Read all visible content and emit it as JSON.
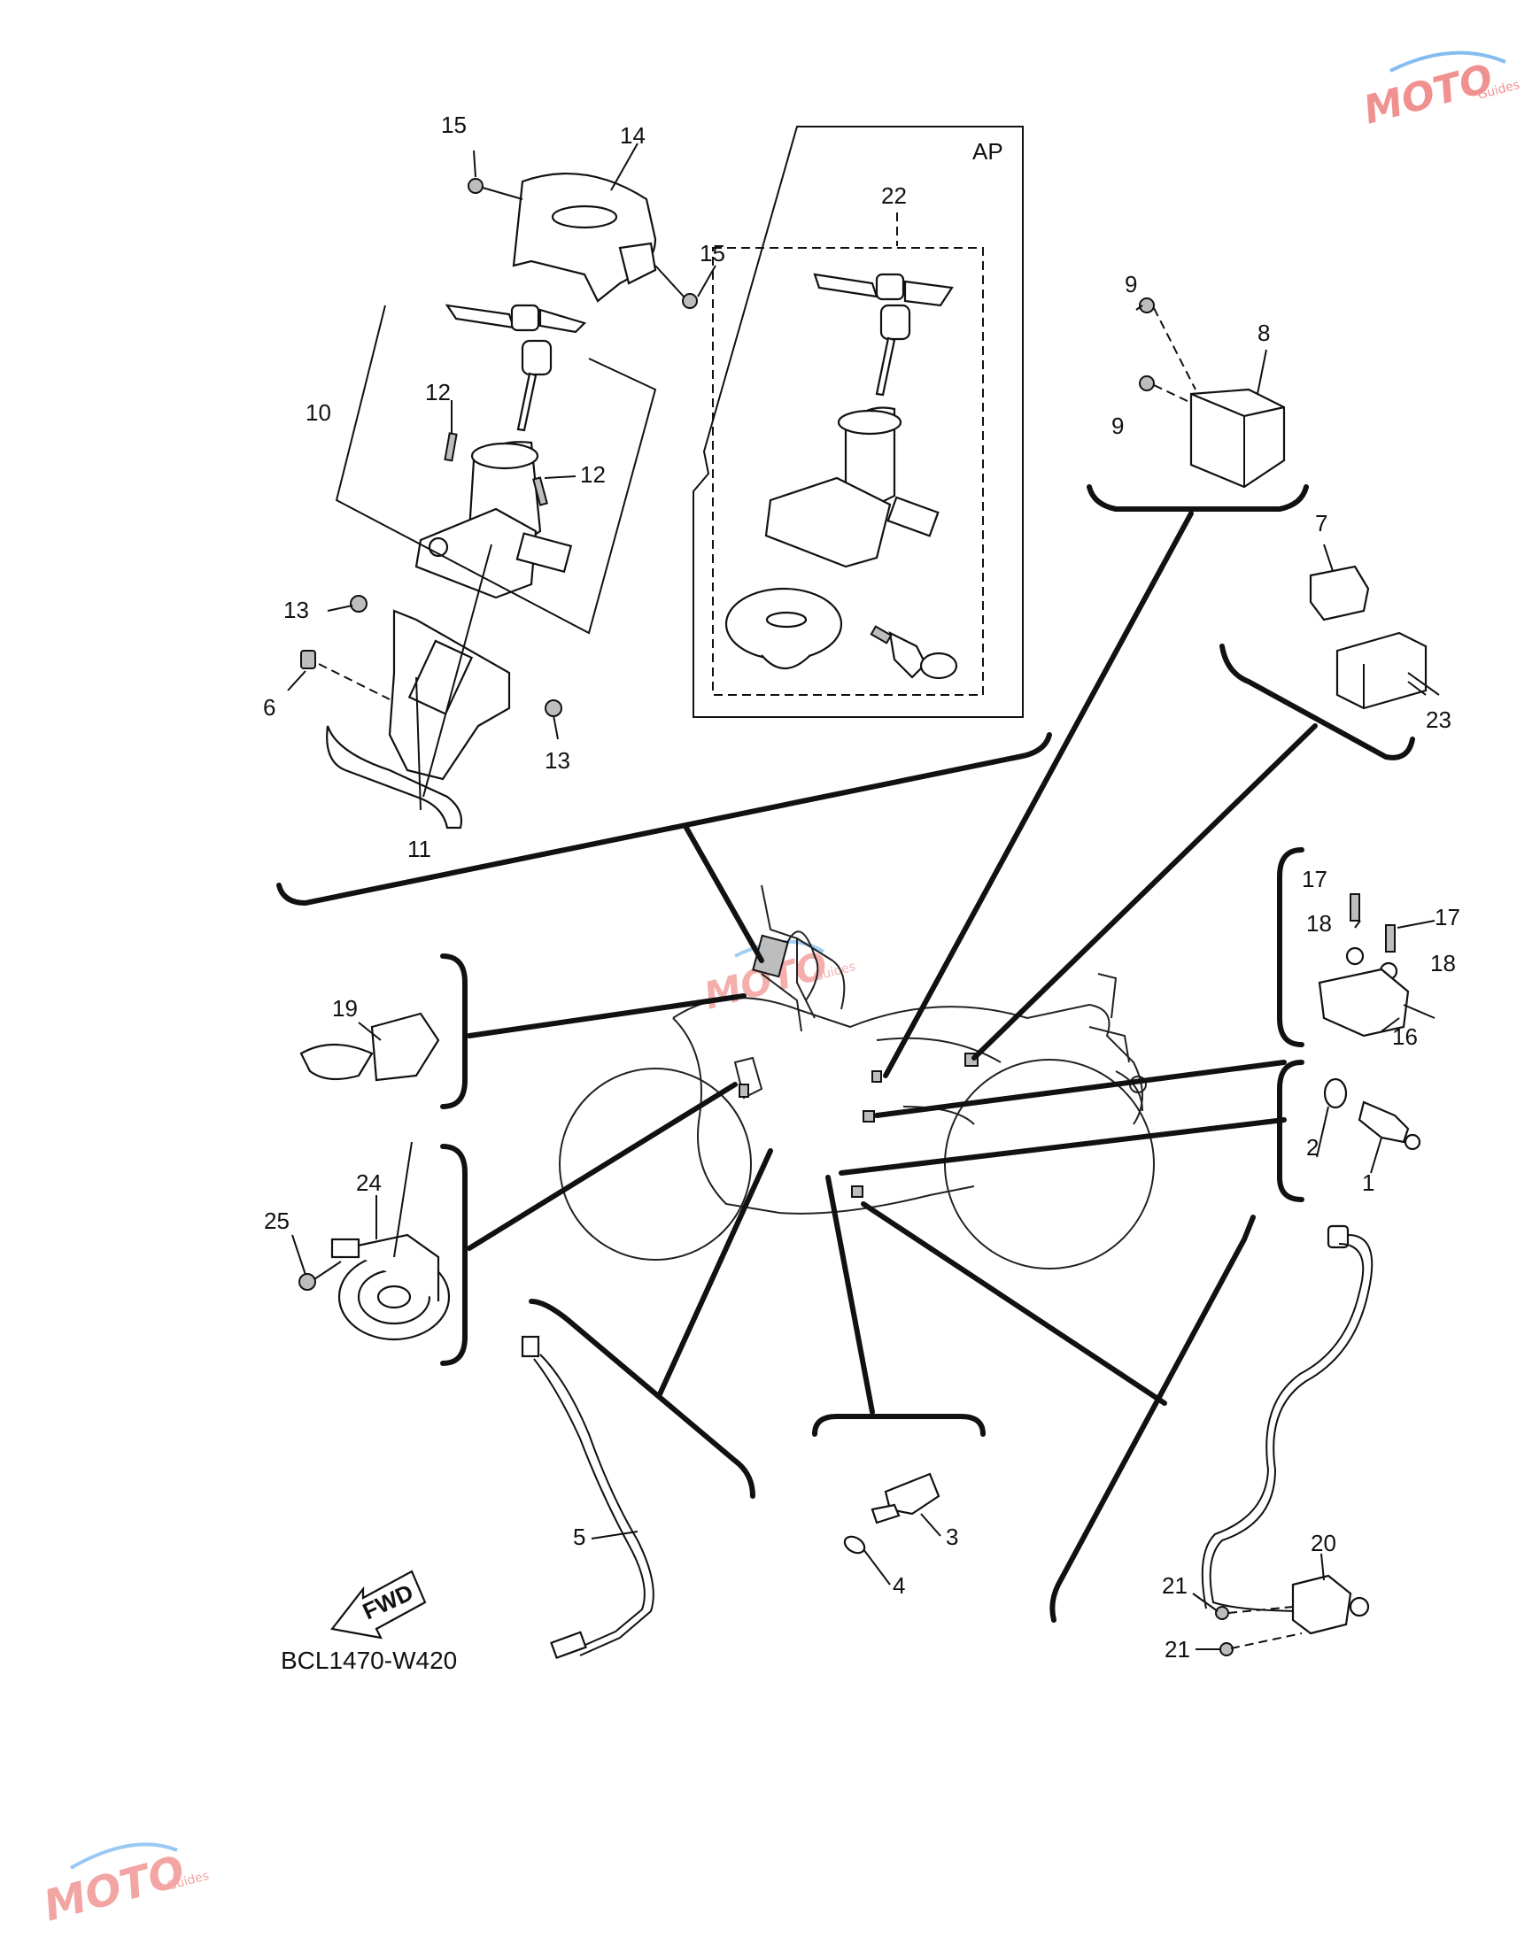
{
  "diagram": {
    "code": "BCL1470-W420",
    "set_label": "AP",
    "fwd_label": "FWD",
    "callouts": {
      "c1": "1",
      "c2": "2",
      "c3": "3",
      "c4": "4",
      "c5": "5",
      "c6": "6",
      "c7": "7",
      "c8": "8",
      "c9a": "9",
      "c9b": "9",
      "c10": "10",
      "c11": "11",
      "c12a": "12",
      "c12b": "12",
      "c13a": "13",
      "c13b": "13",
      "c14": "14",
      "c15a": "15",
      "c15b": "15",
      "c16": "16",
      "c17a": "17",
      "c17b": "17",
      "c18a": "18",
      "c18b": "18",
      "c19": "19",
      "c20": "20",
      "c21a": "21",
      "c21b": "21",
      "c22": "22",
      "c23": "23",
      "c24": "24",
      "c25": "25"
    }
  },
  "watermark": {
    "brand": "MOTO",
    "tagline": "Guides",
    "colors": {
      "primary": "#e53935",
      "accent": "#1e88e5"
    }
  }
}
